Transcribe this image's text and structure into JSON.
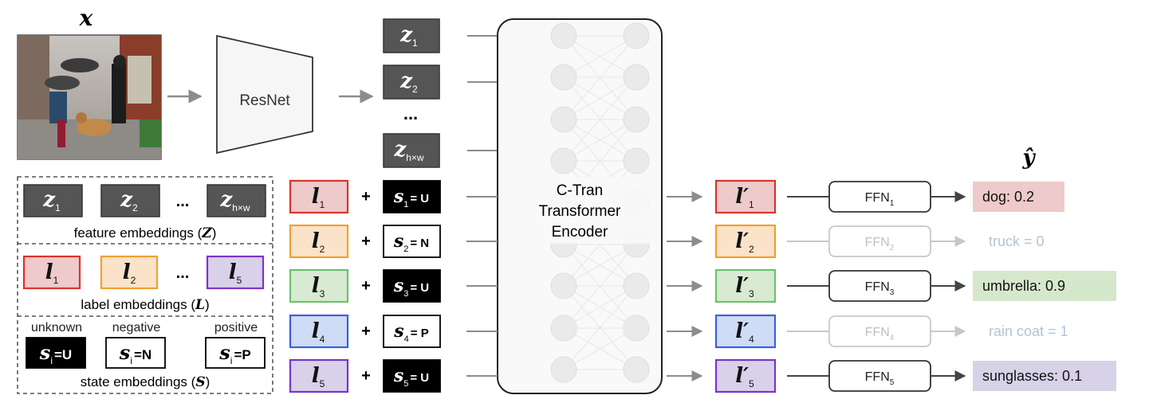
{
  "input": {
    "x_label": "x"
  },
  "resnet": {
    "label": "ResNet"
  },
  "feature_tokens": [
    {
      "sym": "z",
      "sub": "1"
    },
    {
      "sym": "z",
      "sub": "2"
    },
    {
      "sym": "z",
      "sub": "h×w"
    }
  ],
  "feature_ellipsis": "...",
  "label_tokens": [
    {
      "sym": "l",
      "sub": "1",
      "state_sym": "s",
      "state_sub": "1",
      "state_val": "= U",
      "state_type": "unknown"
    },
    {
      "sym": "l",
      "sub": "2",
      "state_sym": "s",
      "state_sub": "2",
      "state_val": "= N",
      "state_type": "negative"
    },
    {
      "sym": "l",
      "sub": "3",
      "state_sym": "s",
      "state_sub": "3",
      "state_val": "= U",
      "state_type": "unknown"
    },
    {
      "sym": "l",
      "sub": "4",
      "state_sym": "s",
      "state_sub": "4",
      "state_val": "= P",
      "state_type": "positive"
    },
    {
      "sym": "l",
      "sub": "5",
      "state_sym": "s",
      "state_sub": "5",
      "state_val": "= U",
      "state_type": "unknown"
    }
  ],
  "plus": "+",
  "encoder": {
    "line1": "C-Tran",
    "line2": "Transformer",
    "line3": "Encoder"
  },
  "outputs": [
    {
      "sym": "l′",
      "sub": "1",
      "ffn": "FFN",
      "ffn_sub": "1",
      "pred": "dog: 0.2",
      "active": true
    },
    {
      "sym": "l′",
      "sub": "2",
      "ffn": "FFN",
      "ffn_sub": "2",
      "pred": "truck = 0",
      "active": false
    },
    {
      "sym": "l′",
      "sub": "3",
      "ffn": "FFN",
      "ffn_sub": "3",
      "pred": "umbrella: 0.9",
      "active": true
    },
    {
      "sym": "l′",
      "sub": "4",
      "ffn": "FFN",
      "ffn_sub": "4",
      "pred": "rain coat = 1",
      "active": false
    },
    {
      "sym": "l′",
      "sub": "5",
      "ffn": "FFN",
      "ffn_sub": "5",
      "pred": "sunglasses: 0.1",
      "active": true
    }
  ],
  "yhat_label": "ŷ",
  "legend": {
    "feature": {
      "tokens": [
        {
          "sym": "z",
          "sub": "1"
        },
        {
          "sym": "z",
          "sub": "2"
        },
        {
          "sym": "z",
          "sub": "h×w"
        }
      ],
      "ellipsis": "...",
      "caption_pre": "feature embeddings (",
      "caption_sym": "Z",
      "caption_post": ")"
    },
    "label": {
      "tokens": [
        {
          "sym": "l",
          "sub": "1"
        },
        {
          "sym": "l",
          "sub": "2"
        },
        {
          "sym": "l",
          "sub": "5"
        }
      ],
      "ellipsis": "...",
      "caption_pre": "label embeddings (",
      "caption_sym": "L",
      "caption_post": ")"
    },
    "state": {
      "items": [
        {
          "title": "unknown",
          "sym": "s",
          "sub": "i",
          "val": "=U",
          "dark": true
        },
        {
          "title": "negative",
          "sym": "s",
          "sub": "i",
          "val": "=N",
          "dark": false
        },
        {
          "title": "positive",
          "sym": "s",
          "sub": "i",
          "val": "=P",
          "dark": false
        }
      ],
      "caption_pre": "state embeddings (",
      "caption_sym": "S",
      "caption_post": ")"
    }
  },
  "colors": {
    "label_fills": [
      "#eecaca",
      "#fae3c9",
      "#d8ead2",
      "#cfdcf5",
      "#d9d0ea"
    ],
    "label_borders": [
      "#d9342b",
      "#f0a030",
      "#6cc26a",
      "#3c5fe0",
      "#7a35c8"
    ],
    "pred_fills": [
      "#eecaca",
      "#d6e8cc",
      "#d7d2e8"
    ],
    "feature_fill": "#555555",
    "gray_text": "#b3c3da",
    "arrow": "#8c8c8c"
  }
}
